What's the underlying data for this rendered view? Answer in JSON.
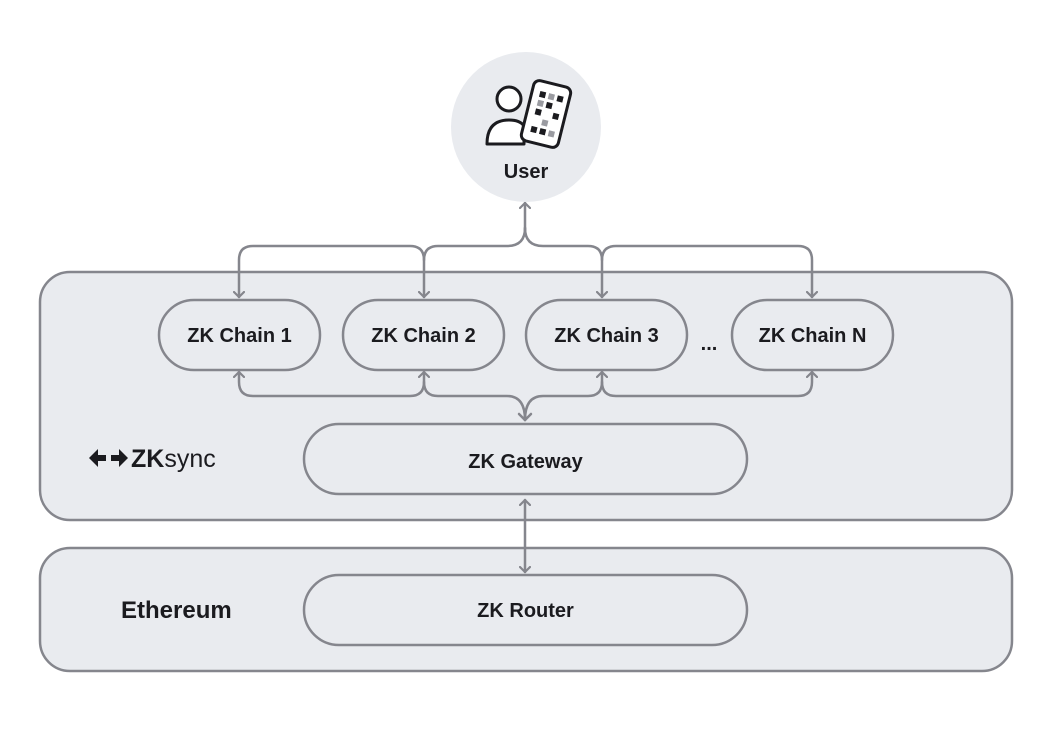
{
  "user": {
    "label": "User",
    "icon": "user-with-device-icon"
  },
  "zksync": {
    "logo_bold": "ZK",
    "logo_light": "sync",
    "logo_icon": "zksync-arrows-icon",
    "chains": [
      {
        "label": "ZK Chain 1"
      },
      {
        "label": "ZK Chain 2"
      },
      {
        "label": "ZK Chain 3"
      },
      {
        "label": "ZK Chain N"
      }
    ],
    "ellipsis": "...",
    "gateway": {
      "label": "ZK Gateway"
    }
  },
  "ethereum": {
    "label": "Ethereum",
    "router": {
      "label": "ZK Router"
    }
  },
  "colors": {
    "panel_fill": "#e9ebef",
    "stroke": "#85868d",
    "pill_fill": "#e9ebef",
    "text": "#1b1b1f"
  }
}
